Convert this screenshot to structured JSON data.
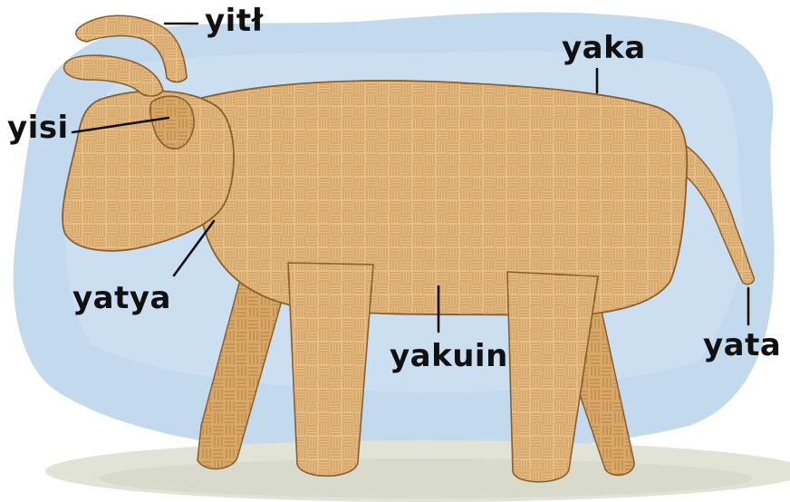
{
  "labels": {
    "horn": "yitł",
    "ear": "yisi",
    "neck": "yatya",
    "back": "yaka",
    "belly": "yakuin",
    "tail": "yata"
  },
  "colors": {
    "background_wash": "#b9d3ea",
    "ground": "#dfe0d3",
    "weave": "#e8be86",
    "weave_dark": "#b98749",
    "outline": "#8a5f2e",
    "label_text": "#111111",
    "leader_line": "#111111"
  }
}
